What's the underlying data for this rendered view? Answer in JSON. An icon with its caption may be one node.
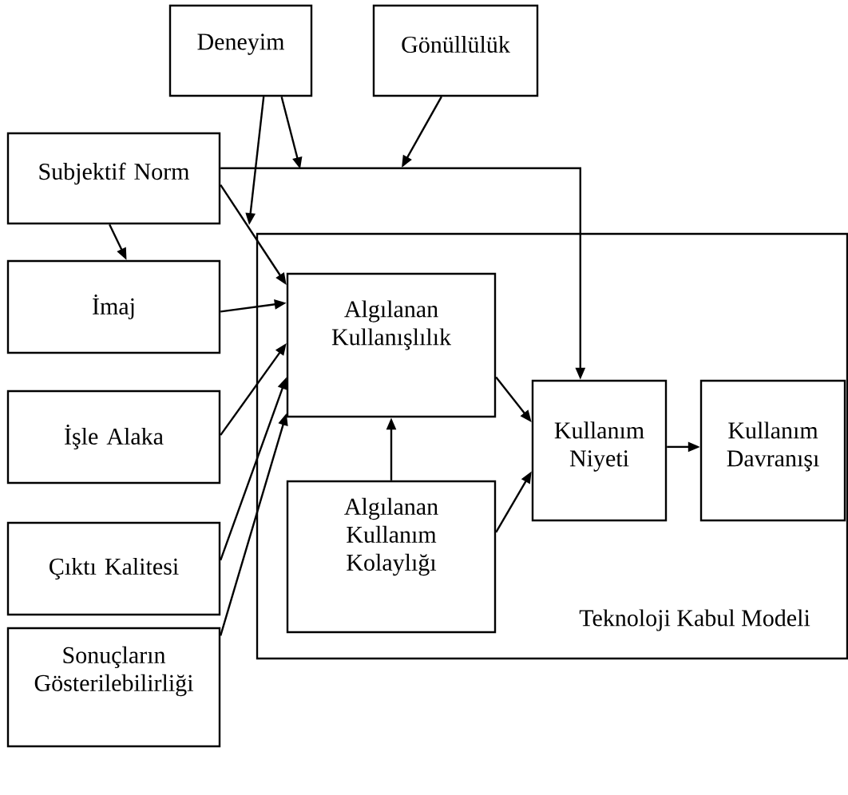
{
  "diagram": {
    "nodes": [
      {
        "text": [
          "Deneyim"
        ]
      },
      {
        "text": [
          "Gönüllülük"
        ]
      },
      {
        "text": [
          "Subjektif Norm"
        ]
      },
      {
        "text": [
          "Teknoloji Kabul Modeli"
        ]
      },
      {
        "text": [
          "İmaj"
        ]
      },
      {
        "text": [
          "Algılanan Kullanışlılık"
        ],
        "in": 3
      },
      {
        "text": [
          "Kullanım Niyeti"
        ],
        "in": 3
      },
      {
        "text": [
          "Kullanım Davranışı"
        ],
        "in": 3
      },
      {
        "text": [
          "İşle Alaka"
        ]
      },
      {
        "text": [
          "Algılanan Kullanım Kolaylığı"
        ],
        "in": 3
      },
      {
        "text": [
          "Çıktı Kalitesi"
        ]
      },
      {
        "text": [
          "Sonuçların Gösterilebilirliği"
        ]
      }
    ],
    "edges": [
      {
        "from": 2,
        "to": 6,
        "arrow": "to"
      },
      {
        "from": 2,
        "to": 5,
        "arrow": "to"
      },
      {
        "from": 0,
        "to": null,
        "arrow": "to"
      },
      {
        "from": 0,
        "to": null,
        "arrow": "to"
      },
      {
        "from": 1,
        "to": null,
        "arrow": "to"
      },
      {
        "from": 2,
        "to": 4,
        "arrow": "to"
      },
      {
        "from": 4,
        "to": 5,
        "arrow": "to"
      },
      {
        "from": 8,
        "to": 5,
        "arrow": "to"
      },
      {
        "from": 10,
        "to": 5,
        "arrow": "to"
      },
      {
        "from": 11,
        "to": 5,
        "arrow": "to"
      },
      {
        "from": 5,
        "to": 6,
        "arrow": "to"
      },
      {
        "from": 9,
        "to": 5,
        "arrow": "to"
      },
      {
        "from": 9,
        "to": 6,
        "arrow": "to"
      },
      {
        "from": 6,
        "to": 7,
        "arrow": "to"
      }
    ]
  }
}
